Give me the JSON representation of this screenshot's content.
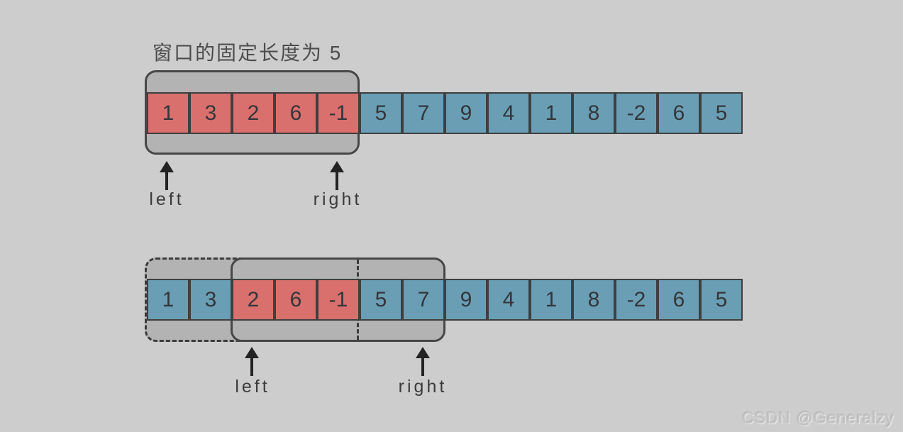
{
  "title": "窗口的固定长度为 5",
  "watermark": "CSDN @Generalzy",
  "colors": {
    "background": "#cdcdcd",
    "window": "#b3b3b3",
    "border": "#3f3f3f",
    "red": "#d9706d",
    "blue": "#6a9eb5"
  },
  "rows": [
    {
      "cells": [
        {
          "value": "1",
          "kind": "red"
        },
        {
          "value": "3",
          "kind": "red"
        },
        {
          "value": "2",
          "kind": "red"
        },
        {
          "value": "6",
          "kind": "red"
        },
        {
          "value": "-1",
          "kind": "red"
        },
        {
          "value": "5",
          "kind": "blue"
        },
        {
          "value": "7",
          "kind": "blue"
        },
        {
          "value": "9",
          "kind": "blue"
        },
        {
          "value": "4",
          "kind": "blue"
        },
        {
          "value": "1",
          "kind": "blue"
        },
        {
          "value": "8",
          "kind": "blue"
        },
        {
          "value": "-2",
          "kind": "blue"
        },
        {
          "value": "6",
          "kind": "blue"
        },
        {
          "value": "5",
          "kind": "blue"
        }
      ],
      "left_label": "left",
      "right_label": "right"
    },
    {
      "cells": [
        {
          "value": "1",
          "kind": "blue"
        },
        {
          "value": "3",
          "kind": "blue"
        },
        {
          "value": "2",
          "kind": "red"
        },
        {
          "value": "6",
          "kind": "red"
        },
        {
          "value": "-1",
          "kind": "red"
        },
        {
          "value": "5",
          "kind": "blue"
        },
        {
          "value": "7",
          "kind": "blue"
        },
        {
          "value": "9",
          "kind": "blue"
        },
        {
          "value": "4",
          "kind": "blue"
        },
        {
          "value": "1",
          "kind": "blue"
        },
        {
          "value": "8",
          "kind": "blue"
        },
        {
          "value": "-2",
          "kind": "blue"
        },
        {
          "value": "6",
          "kind": "blue"
        },
        {
          "value": "5",
          "kind": "blue"
        }
      ],
      "left_label": "left",
      "right_label": "right"
    }
  ]
}
